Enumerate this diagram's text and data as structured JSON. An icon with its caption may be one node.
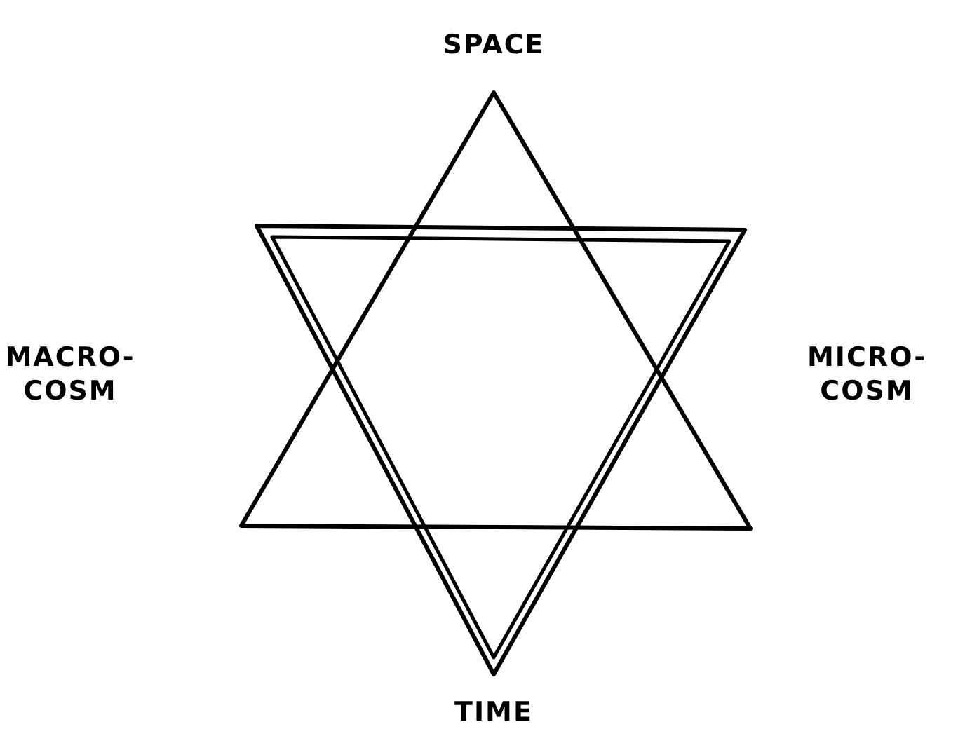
{
  "diagram": {
    "labels": [
      "SPACE",
      "MACRO- COSM",
      "MICRO- COSM",
      "TIME"
    ]
  }
}
